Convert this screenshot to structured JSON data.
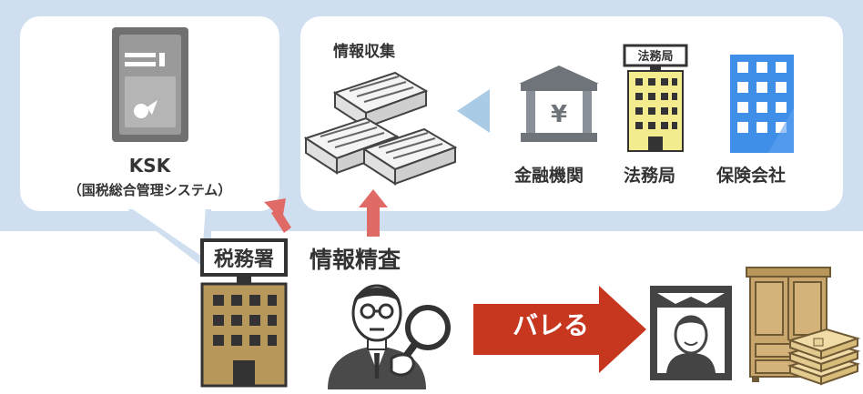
{
  "ksk": {
    "title": "KSK",
    "subtitle": "（国税総合管理システム）"
  },
  "collection": {
    "title": "情報収集"
  },
  "sources": {
    "bank": "金融機関",
    "legal_bureau": "法務局",
    "insurance": "保険会社",
    "legal_bureau_sign": "法務局"
  },
  "tax_office": {
    "sign": "税務署"
  },
  "inspection": {
    "label": "情報精査"
  },
  "outcome": {
    "label": "バレる"
  },
  "bank_symbol": "¥",
  "colors": {
    "band": "#cfdff0",
    "arrow_red": "#e06a66",
    "arrow_blue": "#a9cbe6",
    "outcome_arrow": "#c7361f",
    "building_gold": "#b8975b",
    "building_yellow": "#f3ec8f",
    "building_blue": "#3f8ee8"
  },
  "icons": [
    "server-icon",
    "document-stack-icon",
    "bank-icon",
    "legal-bureau-building-icon",
    "insurance-building-icon",
    "tax-office-building-icon",
    "inspector-with-magnifier-icon",
    "memorial-portrait-icon",
    "wardrobe-icon",
    "cash-bundles-icon"
  ]
}
